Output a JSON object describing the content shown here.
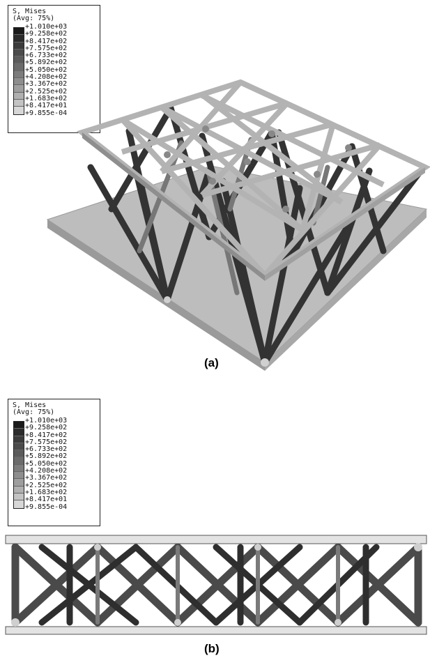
{
  "panel_a": {
    "legend": {
      "title_line1": "S, Mises",
      "title_line2": "(Avg: 75%)",
      "levels": [
        "+1.010e+03",
        "+9.258e+02",
        "+8.417e+02",
        "+7.575e+02",
        "+6.733e+02",
        "+5.892e+02",
        "+5.050e+02",
        "+4.208e+02",
        "+3.367e+02",
        "+2.525e+02",
        "+1.683e+02",
        "+8.417e+01",
        "+9.855e-04"
      ]
    },
    "caption": "(a)"
  },
  "panel_b": {
    "legend": {
      "title_line1": "S, Mises",
      "title_line2": "(Avg: 75%)",
      "levels": [
        "+1.010e+03",
        "+9.258e+02",
        "+8.417e+02",
        "+7.575e+02",
        "+6.733e+02",
        "+5.892e+02",
        "+5.050e+02",
        "+4.208e+02",
        "+3.367e+02",
        "+2.525e+02",
        "+1.683e+02",
        "+8.417e+01",
        "+9.855e-04"
      ]
    },
    "caption": "(b)"
  },
  "colors": {
    "scale": [
      "#1a1a1a",
      "#2b2b2b",
      "#3b3b3b",
      "#4b4b4b",
      "#5b5b5b",
      "#6b6b6b",
      "#7c7c7c",
      "#8d8d8d",
      "#9e9e9e",
      "#b0b0b0",
      "#c3c3c3",
      "#d7d7d7"
    ],
    "plate": "#b7b7b7",
    "strut_dark": "#3a3a3a",
    "strut_mid": "#6a6a6a"
  }
}
